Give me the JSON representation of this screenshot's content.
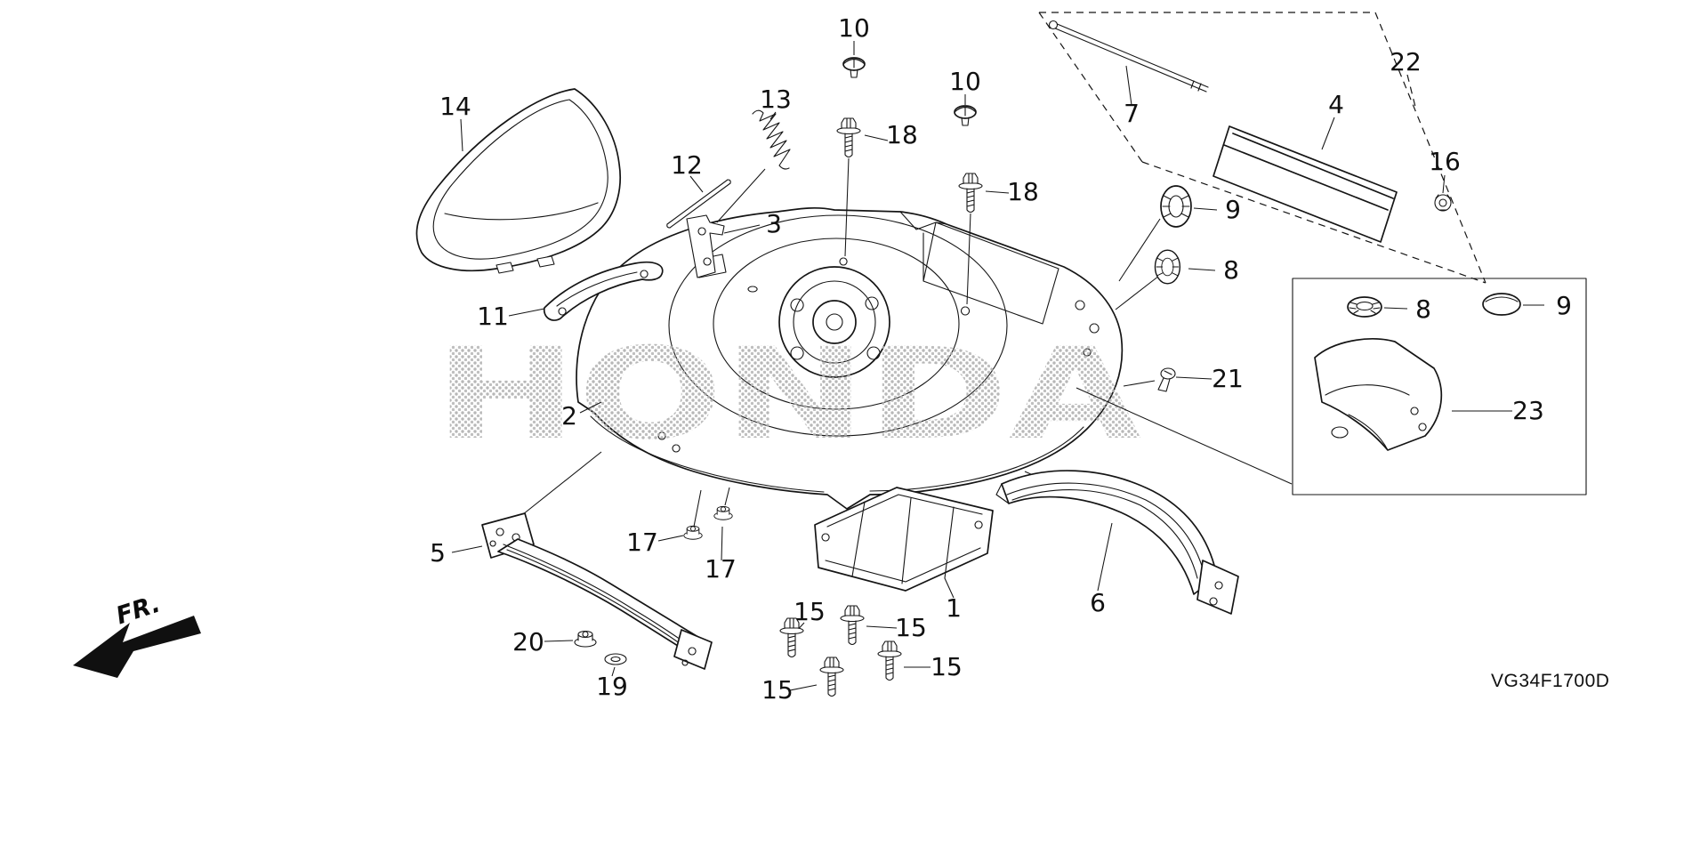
{
  "diagram": {
    "code": "VG34F1700D",
    "front_marker": "FR.",
    "watermark": "HONDA",
    "colors": {
      "line": "#151515",
      "background": "#ffffff",
      "watermark_dot": "#aaaaaa"
    },
    "callouts": {
      "c1": "1",
      "c2": "2",
      "c3": "3",
      "c4": "4",
      "c5": "5",
      "c6": "6",
      "c7": "7",
      "c8a": "8",
      "c8b": "8",
      "c9a": "9",
      "c9b": "9",
      "c10a": "10",
      "c10b": "10",
      "c11": "11",
      "c12": "12",
      "c13": "13",
      "c14": "14",
      "c15a": "15",
      "c15b": "15",
      "c15c": "15",
      "c15d": "15",
      "c16": "16",
      "c17a": "17",
      "c17b": "17",
      "c18a": "18",
      "c18b": "18",
      "c19": "19",
      "c20": "20",
      "c21": "21",
      "c22": "22",
      "c23": "23"
    }
  }
}
